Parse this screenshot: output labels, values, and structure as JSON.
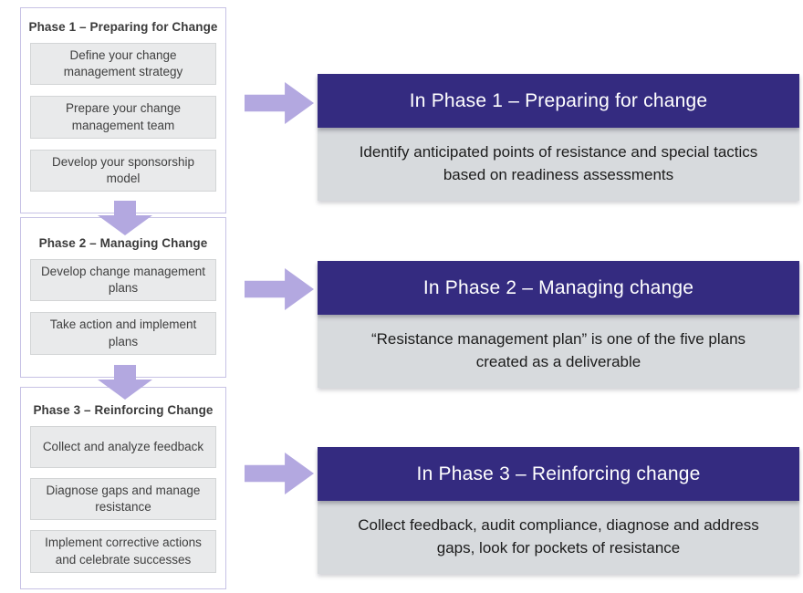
{
  "colors": {
    "header_bg": "#342b80",
    "panel_body_bg": "#d7dadd",
    "arrow": "#b3a8e0",
    "phase_border": "#c7c2e5",
    "step_bg": "#e9eaeb",
    "step_border": "#d3d5d6",
    "phase_title_text": "#3b3b3b",
    "step_text": "#404040",
    "panel_header_text": "#ffffff",
    "panel_body_text": "#1c1c1c",
    "canvas_bg": "#ffffff"
  },
  "icons": {
    "down_arrow": "down-arrow-icon",
    "right_arrow": "right-arrow-icon"
  },
  "phases": [
    {
      "title": "Phase 1 – Preparing for Change",
      "steps": [
        "Define your change management strategy",
        "Prepare your change management team",
        "Develop your sponsorship model"
      ]
    },
    {
      "title": "Phase 2 – Managing Change",
      "steps": [
        "Develop change management plans",
        "Take action and implement plans"
      ]
    },
    {
      "title": "Phase 3 – Reinforcing Change",
      "steps": [
        "Collect and analyze feedback",
        "Diagnose gaps and manage resistance",
        "Implement corrective actions and celebrate successes"
      ]
    }
  ],
  "panels": [
    {
      "header": "In Phase 1 – Preparing for change",
      "body": "Identify anticipated points of resistance and special tactics based on readiness assessments"
    },
    {
      "header": "In Phase 2 – Managing change",
      "body": "“Resistance management plan” is one of the five plans created as a deliverable"
    },
    {
      "header": "In Phase 3 – Reinforcing change",
      "body": "Collect feedback, audit compliance, diagnose and address gaps, look for pockets of resistance"
    }
  ]
}
